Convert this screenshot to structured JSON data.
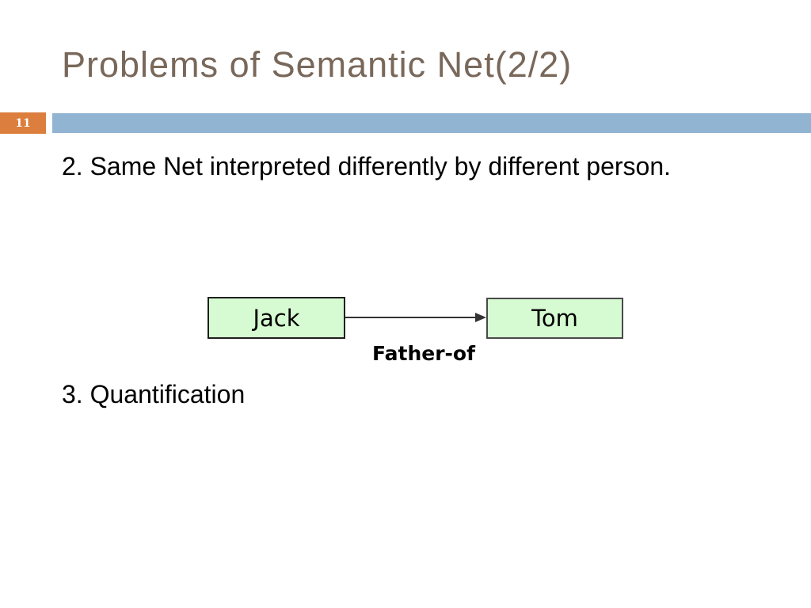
{
  "slide": {
    "page_number": "11",
    "title": "Problems of Semantic Net(2/2)",
    "points": [
      "2. Same Net interpreted differently by different person.",
      "3. Quantification"
    ],
    "diagram": {
      "nodes": [
        {
          "label": "Jack"
        },
        {
          "label": "Tom"
        }
      ],
      "edge_label": "Father-of"
    },
    "colors": {
      "title_color": "#79685a",
      "accent_bar": "#92b4d3",
      "badge_bg": "#dc7e3e",
      "badge_text": "#ffffff",
      "node_fill": "#d6fad1",
      "node_border": "#2e2e2e",
      "arrow": "#333333",
      "body_text": "#000000"
    }
  }
}
